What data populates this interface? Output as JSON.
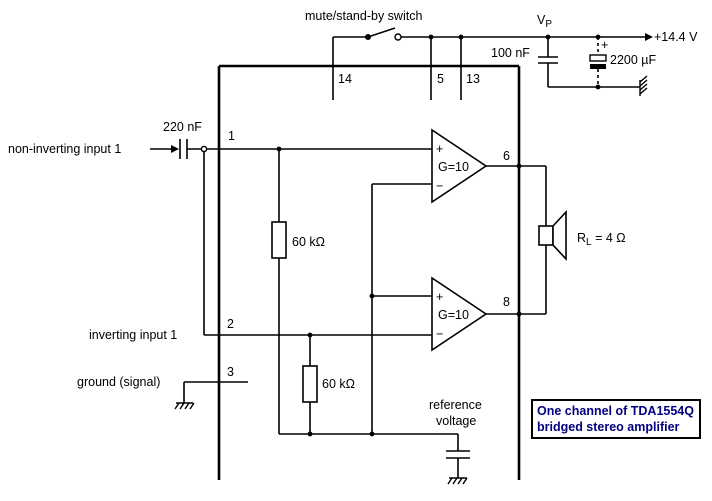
{
  "labels": {
    "switch": "mute/stand-by switch",
    "vp_main": "V",
    "vp_sub": "P",
    "supply": "+14.4 V",
    "c_100n": "100 nF",
    "c_2200": "2200 µF",
    "c_plus": "+",
    "pin14": "14",
    "pin5": "5",
    "pin13": "13",
    "c_220n": "220 nF",
    "pin1": "1",
    "noninv_input": "non-inverting input 1",
    "opamp_gain_top": "G=10",
    "opamp_gain_bottom": "G=10",
    "pin6": "6",
    "pin8": "8",
    "r_top": "60 kΩ",
    "r_bottom": "60 kΩ",
    "rl_main": "R",
    "rl_sub": "L",
    "rl_value": " = 4 Ω",
    "inv_input": "inverting input 1",
    "pin2": "2",
    "ground_signal": "ground (signal)",
    "pin3": "3",
    "ref_voltage_1": "reference",
    "ref_voltage_2": "voltage",
    "plus_sign": "+",
    "minus_sign": "−"
  },
  "caption": {
    "line1": "One channel of TDA1554Q",
    "line2": "bridged stereo amplifier"
  },
  "colors": {
    "caption_text": "#000080",
    "lines": "#000000"
  }
}
